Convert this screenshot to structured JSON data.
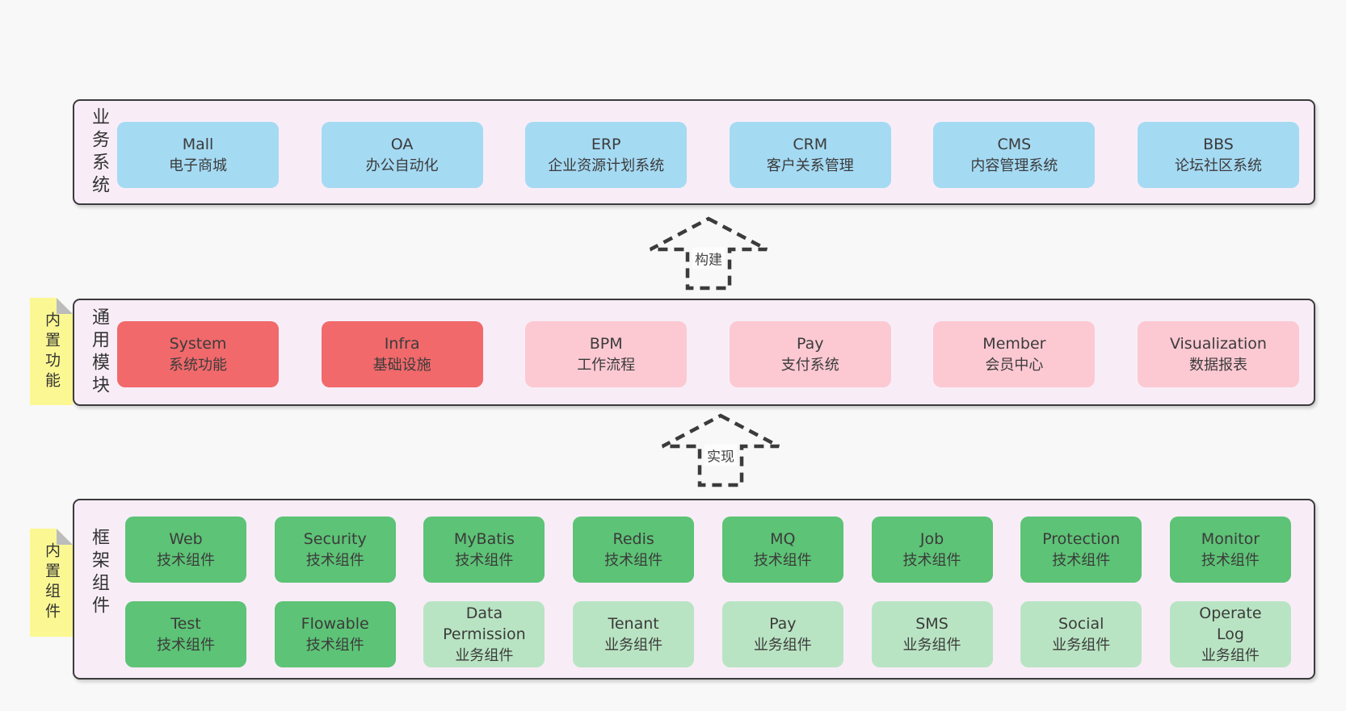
{
  "colors": {
    "background": "#f8f8f8",
    "panel_fill": "#f8edf7",
    "panel_border": "#3b3b3b",
    "blue_box": "#a5daf3",
    "red_box": "#f1696b",
    "pink_box": "#fcc9d3",
    "green_box": "#5dc376",
    "light_green_box": "#b9e4c3",
    "sticky_yellow": "#fbf893",
    "sticky_fold": "#bcbcbc",
    "text": "#3b3b3b"
  },
  "arrows": {
    "build": "构建",
    "implement": "实现"
  },
  "business": {
    "label": "业务系统",
    "boxes": [
      {
        "name": "Mall",
        "desc": "电子商城",
        "variant": "blue"
      },
      {
        "name": "OA",
        "desc": "办公自动化",
        "variant": "blue"
      },
      {
        "name": "ERP",
        "desc": "企业资源计划系统",
        "variant": "blue"
      },
      {
        "name": "CRM",
        "desc": "客户关系管理",
        "variant": "blue"
      },
      {
        "name": "CMS",
        "desc": "内容管理系统",
        "variant": "blue"
      },
      {
        "name": "BBS",
        "desc": "论坛社区系统",
        "variant": "blue"
      }
    ]
  },
  "modules": {
    "label": "通用模块",
    "sticky": "内置功能",
    "boxes": [
      {
        "name": "System",
        "desc": "系统功能",
        "variant": "red"
      },
      {
        "name": "Infra",
        "desc": "基础设施",
        "variant": "red"
      },
      {
        "name": "BPM",
        "desc": "工作流程",
        "variant": "pink"
      },
      {
        "name": "Pay",
        "desc": "支付系统",
        "variant": "pink"
      },
      {
        "name": "Member",
        "desc": "会员中心",
        "variant": "pink"
      },
      {
        "name": "Visualization",
        "desc": "数据报表",
        "variant": "pink"
      }
    ]
  },
  "framework": {
    "label": "框架组件",
    "sticky": "内置组件",
    "row1": [
      {
        "name": "Web",
        "desc": "技术组件",
        "variant": "green"
      },
      {
        "name": "Security",
        "desc": "技术组件",
        "variant": "green"
      },
      {
        "name": "MyBatis",
        "desc": "技术组件",
        "variant": "green"
      },
      {
        "name": "Redis",
        "desc": "技术组件",
        "variant": "green"
      },
      {
        "name": "MQ",
        "desc": "技术组件",
        "variant": "green"
      },
      {
        "name": "Job",
        "desc": "技术组件",
        "variant": "green"
      },
      {
        "name": "Protection",
        "desc": "技术组件",
        "variant": "green"
      },
      {
        "name": "Monitor",
        "desc": "技术组件",
        "variant": "green"
      }
    ],
    "row2": [
      {
        "name": "Test",
        "desc": "技术组件",
        "variant": "green"
      },
      {
        "name": "Flowable",
        "desc": "技术组件",
        "variant": "green"
      },
      {
        "name": "Data Permission",
        "desc": "业务组件",
        "variant": "green-light"
      },
      {
        "name": "Tenant",
        "desc": "业务组件",
        "variant": "green-light"
      },
      {
        "name": "Pay",
        "desc": "业务组件",
        "variant": "green-light"
      },
      {
        "name": "SMS",
        "desc": "业务组件",
        "variant": "green-light"
      },
      {
        "name": "Social",
        "desc": "业务组件",
        "variant": "green-light"
      },
      {
        "name": "Operate Log",
        "desc": "业务组件",
        "variant": "green-light"
      }
    ]
  }
}
